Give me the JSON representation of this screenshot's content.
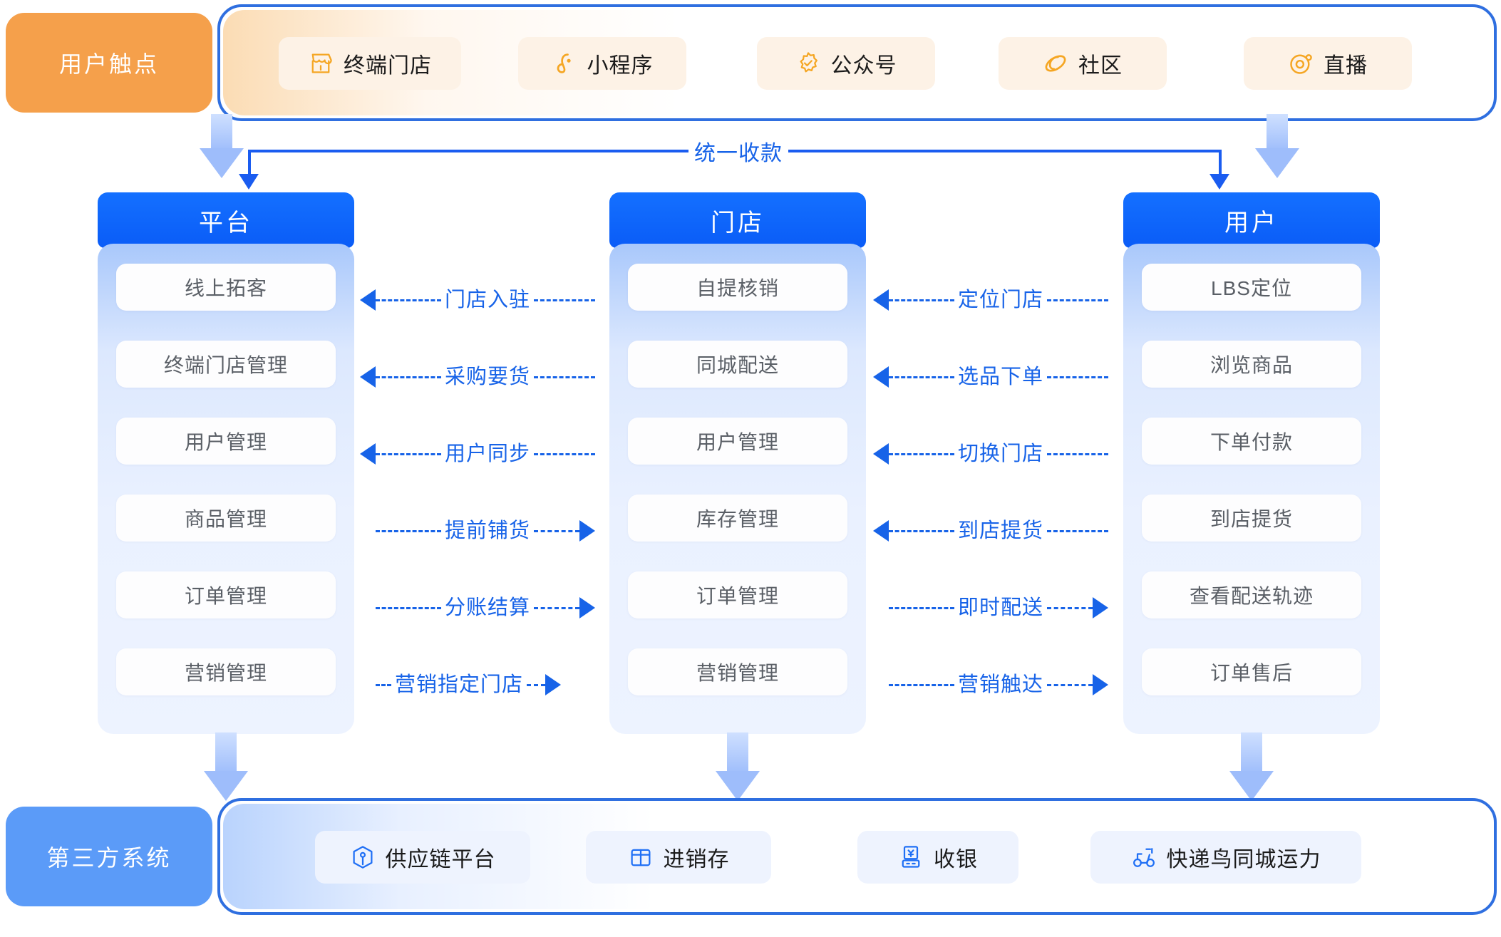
{
  "top_band": {
    "label": "用户触点",
    "items": [
      {
        "icon": "storefront-icon",
        "label": "终端门店"
      },
      {
        "icon": "miniprogram-icon",
        "label": "小程序"
      },
      {
        "icon": "official-account-icon",
        "label": "公众号"
      },
      {
        "icon": "community-icon",
        "label": "社区"
      },
      {
        "icon": "live-stream-icon",
        "label": "直播"
      }
    ]
  },
  "bottom_band": {
    "label": "第三方系统",
    "items": [
      {
        "icon": "supply-chain-icon",
        "label": "供应链平台"
      },
      {
        "icon": "inventory-icon",
        "label": "进销存"
      },
      {
        "icon": "cashier-icon",
        "label": "收银"
      },
      {
        "icon": "delivery-scooter-icon",
        "label": "快递鸟同城运力"
      }
    ]
  },
  "unified_payment": {
    "label": "统一收款"
  },
  "columns": [
    {
      "title": "平台",
      "cells": [
        "线上拓客",
        "终端门店管理",
        "用户管理",
        "商品管理",
        "订单管理",
        "营销管理"
      ]
    },
    {
      "title": "门店",
      "cells": [
        "自提核销",
        "同城配送",
        "用户管理",
        "库存管理",
        "订单管理",
        "营销管理"
      ]
    },
    {
      "title": "用户",
      "cells": [
        "LBS定位",
        "浏览商品",
        "下单付款",
        "到店提货",
        "查看配送轨迹",
        "订单售后"
      ]
    }
  ],
  "connectors_left": [
    {
      "label": "门店入驻",
      "direction": "left"
    },
    {
      "label": "采购要货",
      "direction": "left"
    },
    {
      "label": "用户同步",
      "direction": "left"
    },
    {
      "label": "提前铺货",
      "direction": "right"
    },
    {
      "label": "分账结算",
      "direction": "right"
    },
    {
      "label": "营销指定门店",
      "direction": "right"
    }
  ],
  "connectors_right": [
    {
      "label": "定位门店",
      "direction": "left"
    },
    {
      "label": "选品下单",
      "direction": "left"
    },
    {
      "label": "切换门店",
      "direction": "left"
    },
    {
      "label": "到店提货",
      "direction": "left"
    },
    {
      "label": "即时配送",
      "direction": "right"
    },
    {
      "label": "营销触达",
      "direction": "right"
    }
  ],
  "colors": {
    "orange": "#f5a04b",
    "blue": "#5b9bf8",
    "accent_blue": "#1763e8",
    "header_blue": "#0f66fb",
    "outline_blue": "#2f6fe0"
  }
}
